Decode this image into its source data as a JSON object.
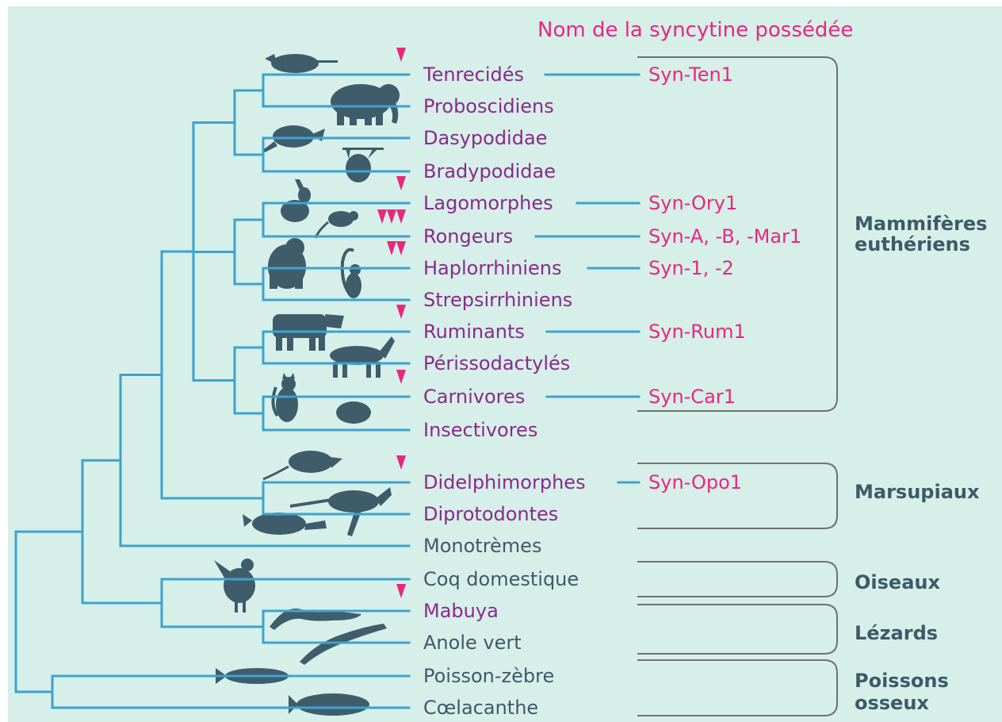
{
  "title": "Nom de la syncytine possédée",
  "taxa": [
    {
      "id": "tenrecides",
      "label": "Tenrecidés",
      "syncytine": "Syn-Ten1"
    },
    {
      "id": "proboscidiens",
      "label": "Proboscidiens"
    },
    {
      "id": "dasypodidae",
      "label": "Dasypodidae"
    },
    {
      "id": "bradypodidae",
      "label": "Bradypodidae"
    },
    {
      "id": "lagomorphes",
      "label": "Lagomorphes",
      "syncytine": "Syn-Ory1"
    },
    {
      "id": "rongeurs",
      "label": "Rongeurs",
      "syncytine": "Syn-A, -B, -Mar1"
    },
    {
      "id": "haplorrhiniens",
      "label": "Haplorrhiniens",
      "syncytine": "Syn-1, -2"
    },
    {
      "id": "strepsirrhiniens",
      "label": "Strepsirrhiniens"
    },
    {
      "id": "ruminants",
      "label": "Ruminants",
      "syncytine": "Syn-Rum1"
    },
    {
      "id": "perissodactyles",
      "label": "Périssodactylés"
    },
    {
      "id": "carnivores",
      "label": "Carnivores",
      "syncytine": "Syn-Car1"
    },
    {
      "id": "insectivores",
      "label": "Insectivores"
    },
    {
      "id": "didelphimorphes",
      "label": "Didelphimorphes",
      "syncytine": "Syn-Opo1"
    },
    {
      "id": "diprotodontes",
      "label": "Diprotodontes"
    },
    {
      "id": "monotremes",
      "label": "Monotrèmes"
    },
    {
      "id": "coq",
      "label": "Coq domestique"
    },
    {
      "id": "mabuya",
      "label": "Mabuya"
    },
    {
      "id": "anole",
      "label": "Anole vert"
    },
    {
      "id": "poisson-zebre",
      "label": "Poisson-zèbre"
    },
    {
      "id": "coelacanthe",
      "label": "Cœlacanthe"
    }
  ],
  "groups": [
    {
      "id": "mammiferes",
      "label_line1": "Mammifères",
      "label_line2": "euthériens"
    },
    {
      "id": "marsupiaux",
      "label_line1": "Marsupiaux"
    },
    {
      "id": "oiseaux",
      "label_line1": "Oiseaux"
    },
    {
      "id": "lezards",
      "label_line1": "Lézards"
    },
    {
      "id": "poissons",
      "label_line1": "Poissons",
      "label_line2": "osseux"
    }
  ],
  "markers": {
    "tenrecides": 1,
    "lagomorphes": 1,
    "rongeurs": 3,
    "haplorrhiniens": 2,
    "ruminants": 1,
    "carnivores": 1,
    "didelphimorphes": 1,
    "mabuya": 1
  },
  "colors": {
    "background": "#d6efe9",
    "branch": "#3ba3d0",
    "marker": "#e8287c",
    "silhouette": "#3f5c6b",
    "bracket": "#707070",
    "taxon_purple": "#8a2a8c",
    "taxon_gray": "#3e5a69",
    "group_text": "#3e5a69"
  }
}
